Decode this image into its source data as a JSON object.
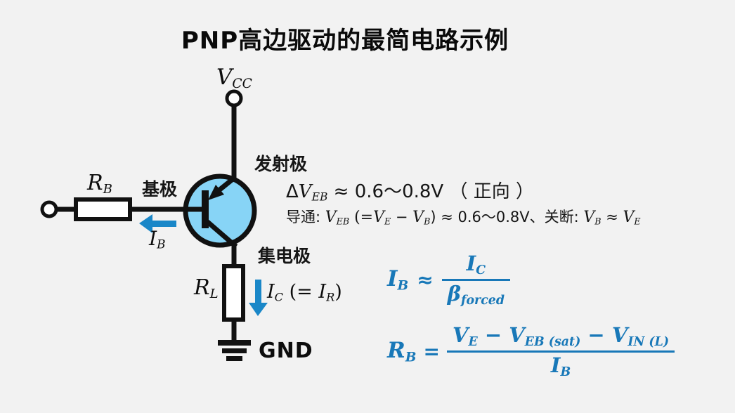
{
  "title": "PNP高边驱动的最简电路示例",
  "colors": {
    "background": "#f2f2f2",
    "wire": "#111111",
    "transistor_fill": "#87d4f6",
    "arrow_blue": "#1a87c8",
    "formula_blue": "#1878b8"
  },
  "circuit": {
    "vcc": {
      "base": "V",
      "sub": "CC"
    },
    "gnd": "GND",
    "emitter": "发射极",
    "base": "基极",
    "collector": "集电极",
    "rb": {
      "base": "R",
      "sub": "B"
    },
    "rl": {
      "base": "R",
      "sub": "L"
    },
    "ib": {
      "base": "I",
      "sub": "B"
    },
    "ic": {
      "i1": "I",
      "s1": "C",
      "mid": " (= ",
      "i2": "I",
      "s2": "R",
      "close": ")"
    }
  },
  "notes": {
    "line1": {
      "delta": "Δ",
      "v": "V",
      "vsub": "EB",
      "rest": " ≈ 0.6～0.8V （ 正向 ）"
    },
    "line2": {
      "on_label": "导通: ",
      "v1": "V",
      "s1": "EB",
      "p1": " (=",
      "v2": "V",
      "s2": "E",
      "minus": " − ",
      "v3": "V",
      "s3": "B",
      "p2": ") ≈ 0.6～0.8V、",
      "off_label": "关断: ",
      "v4": "V",
      "s4": "B",
      "approx": " ≈ ",
      "v5": "V",
      "s5": "E"
    }
  },
  "formulas": {
    "f1": {
      "lhs": "I",
      "lhs_sub": "B",
      "rel": "≈",
      "num": "I",
      "num_sub": "C",
      "den": "β",
      "den_sub": "forced"
    },
    "f2": {
      "lhs": "R",
      "lhs_sub": "B",
      "rel": "=",
      "n1": "V",
      "n1s": "E",
      "m1": " − ",
      "n2": "V",
      "n2s": "EB (sat)",
      "m2": " − ",
      "n3": "V",
      "n3s": "IN (L)",
      "den": "I",
      "den_sub": "B"
    }
  }
}
